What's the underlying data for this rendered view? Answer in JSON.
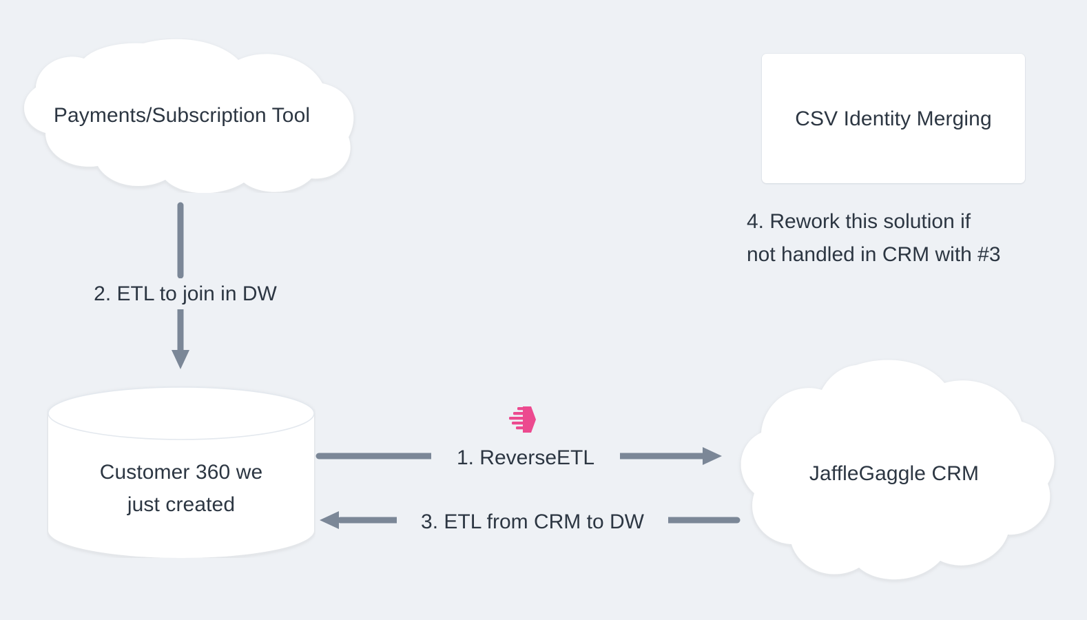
{
  "diagram": {
    "type": "flow-diagram",
    "background_color": "#eef1f5",
    "text_color": "#2c3642",
    "edge_color": "#7b8797",
    "node_fill": "#ffffff",
    "accent_color": "#ec4a8f",
    "nodes": [
      {
        "id": "payments",
        "shape": "cloud",
        "label": "Payments/Subscription Tool"
      },
      {
        "id": "csv_identity",
        "shape": "rectangle",
        "label": "CSV Identity Merging"
      },
      {
        "id": "customer360",
        "shape": "cylinder",
        "label": "Customer 360 we\njust created"
      },
      {
        "id": "crm",
        "shape": "cloud",
        "label": "JaffleGaggle CRM"
      }
    ],
    "edges": [
      {
        "id": "edge-etl-join",
        "from": "payments",
        "to": "customer360",
        "label": "2. ETL to join in DW",
        "direction": "down"
      },
      {
        "id": "edge-reverse-etl",
        "from": "customer360",
        "to": "crm",
        "label": "1. ReverseETL",
        "direction": "right"
      },
      {
        "id": "edge-etl-from-crm",
        "from": "crm",
        "to": "customer360",
        "label": "3. ETL from CRM to DW",
        "direction": "left"
      }
    ],
    "annotations": [
      {
        "id": "note-rework",
        "text": "4. Rework this solution if\nnot handled in CRM with #3"
      }
    ],
    "logos": [
      {
        "id": "dbt-logo",
        "name": "dbt-logo-icon",
        "color": "#ec4a8f"
      }
    ]
  }
}
